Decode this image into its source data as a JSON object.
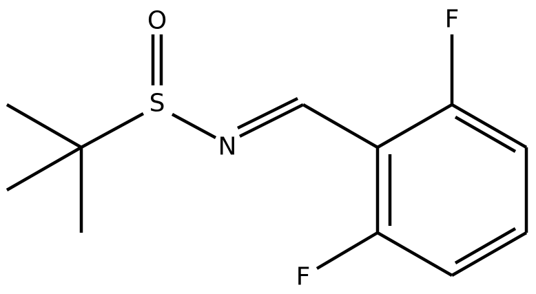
{
  "atoms": {
    "oxygen": "O",
    "sulfur": "S",
    "nitrogen": "N",
    "fluorine_top": "F",
    "fluorine_bottom": "F"
  },
  "colors": {
    "bond": "#000000",
    "label": "#000000",
    "background": "#ffffff"
  }
}
